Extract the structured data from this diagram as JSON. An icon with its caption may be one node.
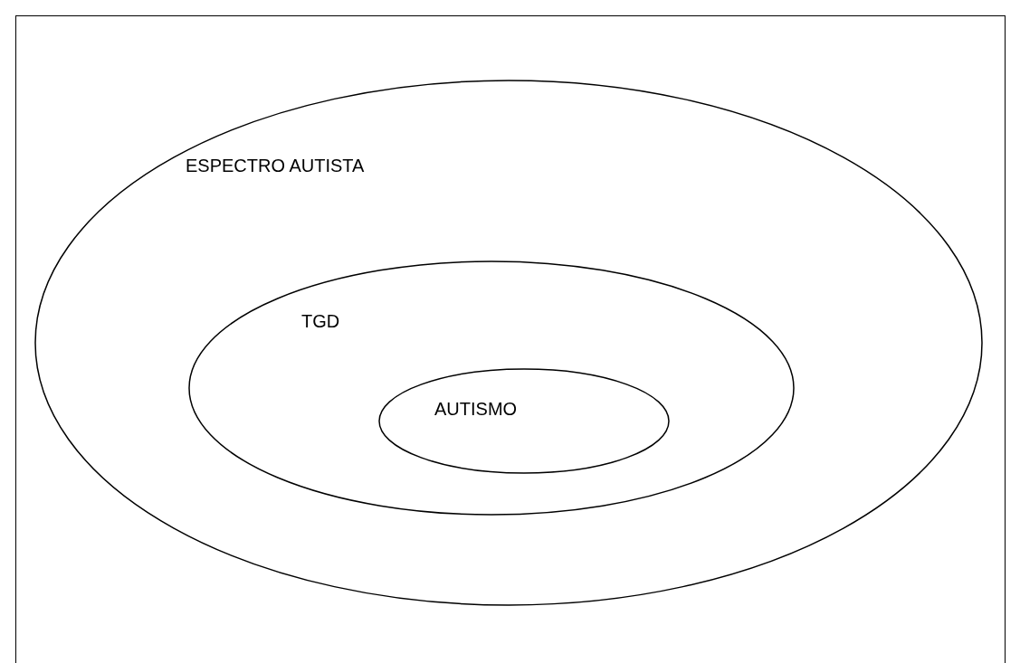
{
  "diagram": {
    "nodes": [
      {
        "text": [
          "ESPECTRO AUTISTA"
        ]
      },
      {
        "text": [
          "TGD"
        ],
        "in": 0
      },
      {
        "text": [
          "AUTISMO"
        ],
        "in": 1
      }
    ]
  }
}
